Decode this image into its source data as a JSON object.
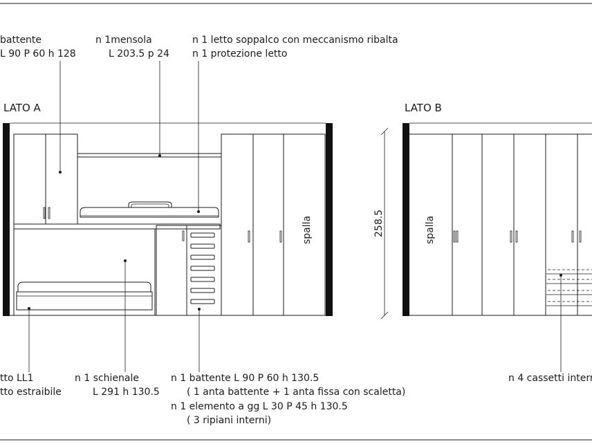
{
  "side_a": {
    "title": "LATO A"
  },
  "side_b": {
    "title": "LATO B"
  },
  "annotations": {
    "top_left_1": "battente",
    "top_left_2": "L 90 P 60 h 128",
    "shelf_1": "n 1mensola",
    "shelf_2": "L 203.5 p 24",
    "loft_1": "n 1 letto soppalco con meccanismo ribalta",
    "loft_2": "n 1 protezione letto",
    "bottom_left_1": "tto LL1",
    "bottom_left_2": "tto estraibile",
    "backrest_1": "n 1 schienale",
    "backrest_2": "L 291 h 130.5",
    "unit_1": "n 1 battente L 90  P 60 h 130.5",
    "unit_2": "( 1 anta battente + 1 anta fissa con scaletta)",
    "unit_3": "n 1 elemento a gg L 30 P 45 h 130.5",
    "unit_4": "( 3 ripiani interni)",
    "drawers": "n 4 cassetti intern"
  },
  "dimension": {
    "height": "258.5"
  },
  "labels": {
    "shoulder_a": "spalla",
    "shoulder_b": "spalla"
  }
}
